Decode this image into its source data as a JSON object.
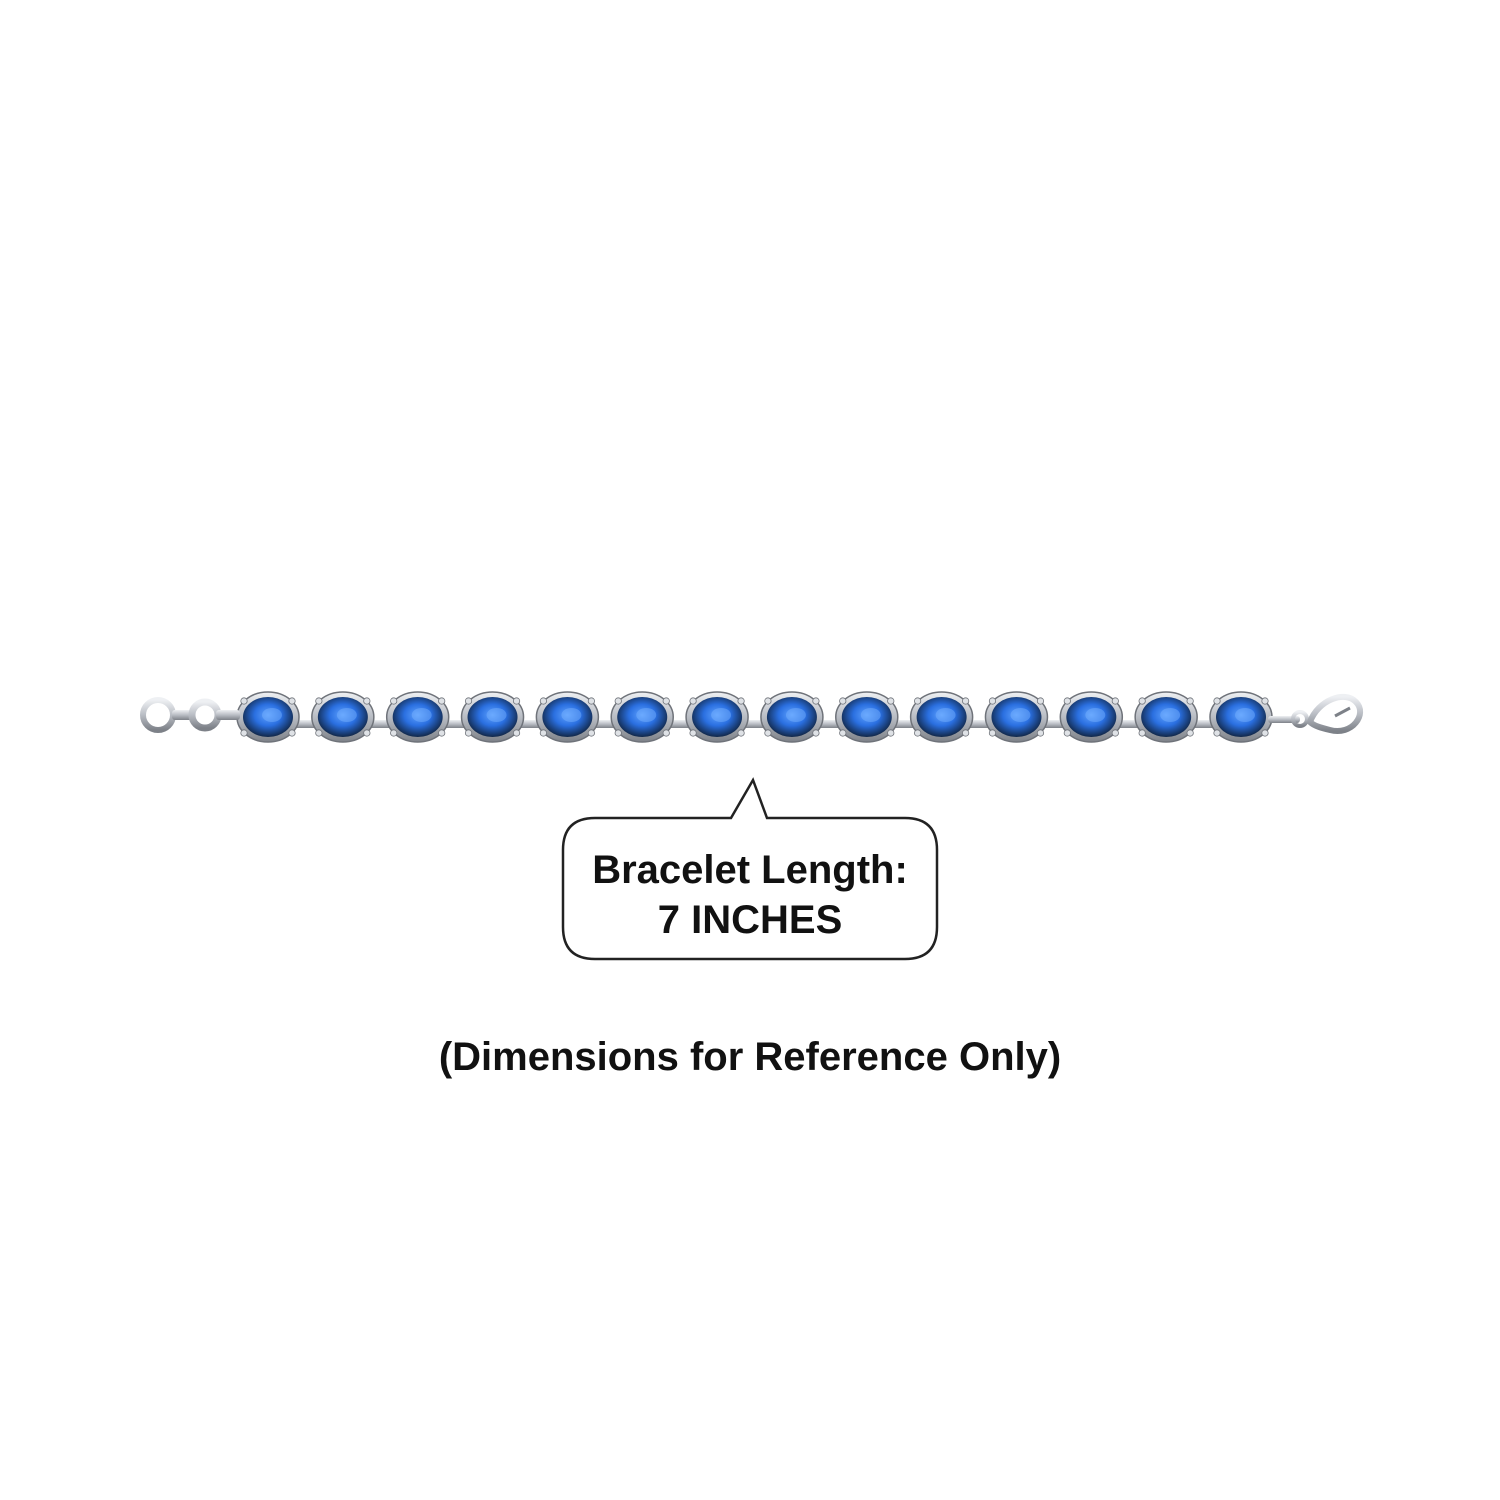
{
  "image": {
    "subject": "bracelet",
    "stone_count": 14,
    "colors": {
      "stone_dark": "#0d1b2e",
      "stone_blue": "#2a6fe0",
      "stone_highlight": "#5fa2ff",
      "metal": "#c9ccd1",
      "metal_dark": "#7d8188",
      "callout_border": "#222222",
      "text": "#111111",
      "background": "#ffffff"
    },
    "icons": [
      "toggle-clasp-icon",
      "lobster-clasp-icon"
    ]
  },
  "callout": {
    "line1": "Bracelet Length:",
    "line2": "7 INCHES"
  },
  "footer": {
    "note": "(Dimensions for Reference Only)"
  }
}
